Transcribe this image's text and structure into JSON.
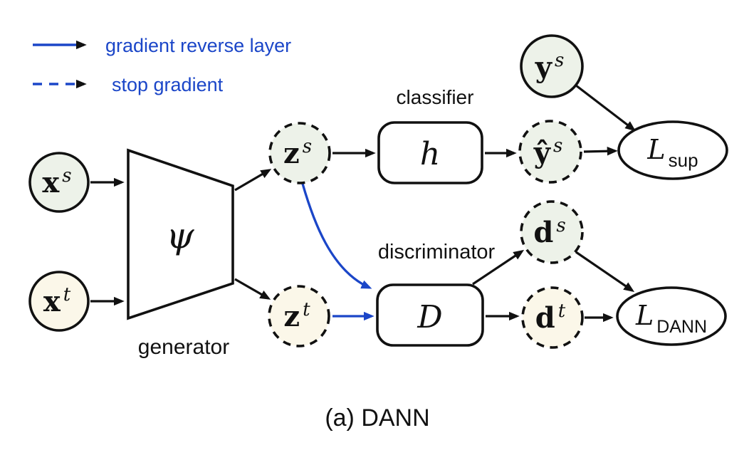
{
  "colors": {
    "blue": "#1b46c8",
    "ink": "#111111",
    "source_fill": "#edf2e9",
    "target_fill": "#fbf7e9",
    "box_fill": "#ffffff"
  },
  "legend": {
    "gradient_reverse": "gradient reverse layer",
    "stop_gradient": "stop gradient"
  },
  "labels": {
    "generator": "generator",
    "classifier": "classifier",
    "discriminator": "discriminator"
  },
  "nodes": {
    "x_source": {
      "base": "x",
      "sup": "s"
    },
    "x_target": {
      "base": "x",
      "sup": "t"
    },
    "z_source": {
      "base": "z",
      "sup": "s"
    },
    "z_target": {
      "base": "z",
      "sup": "t"
    },
    "y_source": {
      "base": "y",
      "sup": "s"
    },
    "y_hat_source": {
      "base": "ŷ",
      "sup": "s"
    },
    "d_source": {
      "base": "d",
      "sup": "s"
    },
    "d_target": {
      "base": "d",
      "sup": "t"
    },
    "generator_symbol": "ψ",
    "classifier_symbol": "h",
    "discriminator_symbol": "D",
    "loss_sup": {
      "base": "L",
      "sub": "sup"
    },
    "loss_dann": {
      "base": "L",
      "sub": "DANN"
    }
  },
  "caption": "(a) DANN"
}
